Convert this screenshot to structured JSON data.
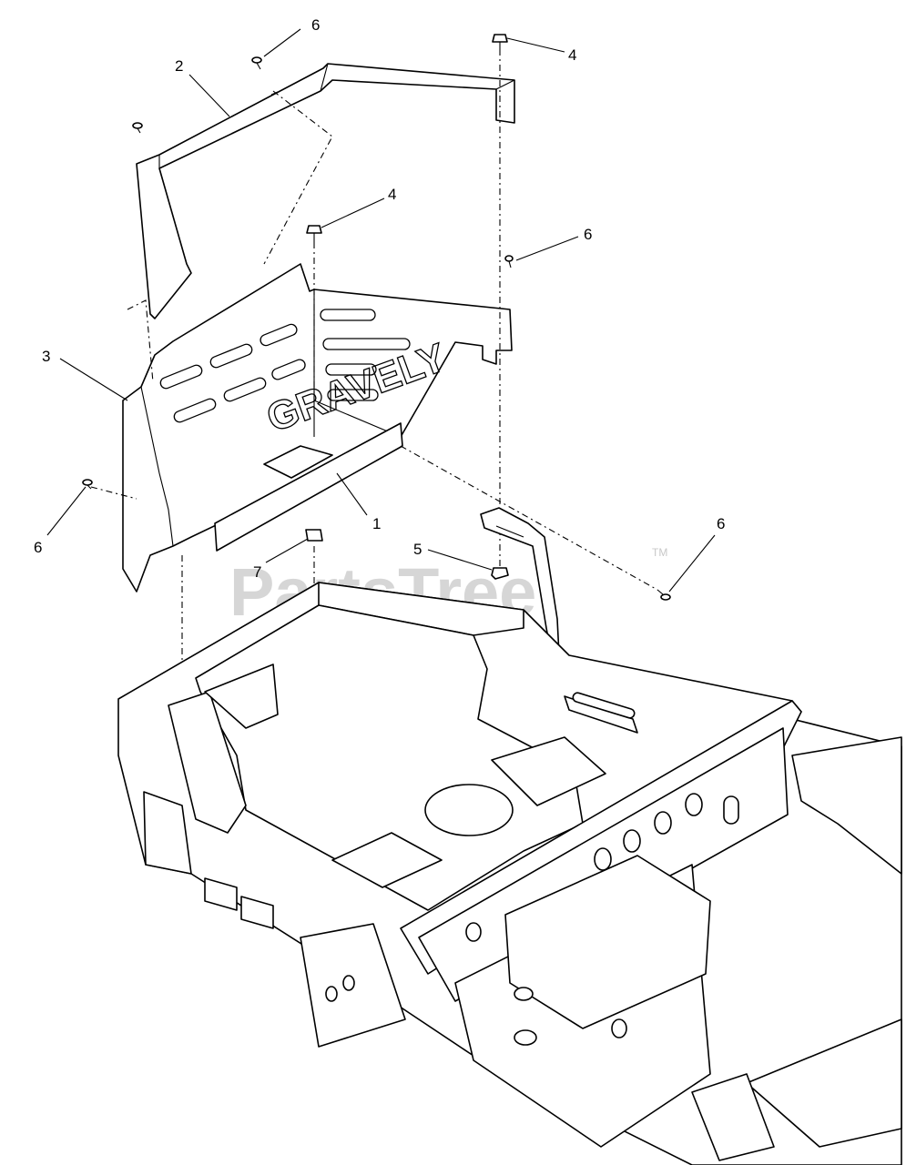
{
  "watermark": {
    "text": "PartsTree",
    "trademark": "TM"
  },
  "decal_text": "GRAVELY",
  "callouts": [
    "6",
    "2",
    "4",
    "4",
    "6",
    "3",
    "1",
    "6",
    "5",
    "7",
    "6"
  ]
}
